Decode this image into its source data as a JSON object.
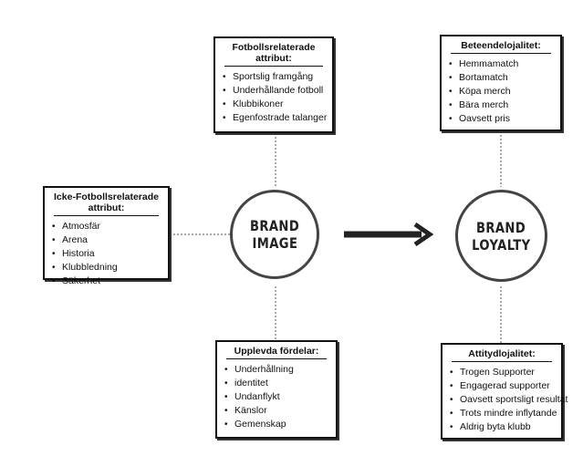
{
  "center_left": {
    "lines": [
      "BRAND",
      "IMAGE"
    ]
  },
  "center_right": {
    "lines": [
      "BRAND",
      "LOYALTY"
    ]
  },
  "boxes": {
    "football": {
      "title": "Fotbollsrelaterade attribut:",
      "items": [
        "Sportslig framgång",
        "Underhållande fotboll",
        "Klubbikoner",
        "Egenfostrade talanger"
      ]
    },
    "non_football": {
      "title": "Icke-Fotbollsrelaterade attribut:",
      "items": [
        "Atmosfär",
        "Arena",
        "Historia",
        "Klubbledning",
        "Säkerhet"
      ]
    },
    "benefits": {
      "title": "Upplevda fördelar:",
      "items": [
        "Underhållning",
        "identitet",
        "Undanflykt",
        "Känslor",
        "Gemenskap"
      ]
    },
    "behavioral": {
      "title": "Beteendelojalitet:",
      "items": [
        "Hemmamatch",
        "Bortamatch",
        "Köpa merch",
        "Bära merch",
        "Oavsett pris"
      ]
    },
    "attitudinal": {
      "title": "Attitydlojalitet:",
      "items": [
        "Trogen Supporter",
        "Engagerad supporter",
        "Oavsett sportsligt resultat",
        "Trots mindre inflytande",
        "Aldrig byta klubb"
      ]
    }
  },
  "colors": {
    "stroke": "#111111",
    "circle_border": "#444444",
    "arrow": "#222222"
  }
}
